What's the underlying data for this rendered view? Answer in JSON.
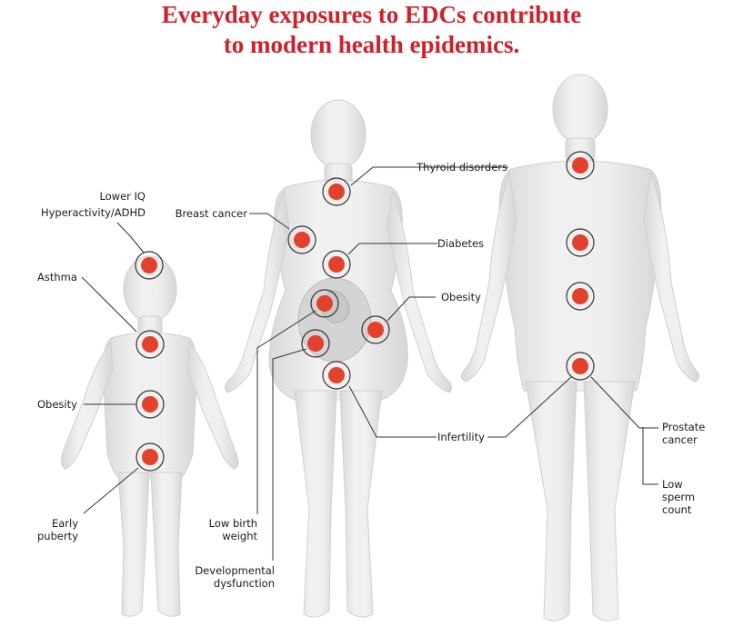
{
  "title": {
    "line1": "Everyday exposures to EDCs contribute",
    "line2": "to modern health epidemics."
  },
  "colors": {
    "title": "#d0202a",
    "marker": "#e2412c",
    "body": "#e8e8e8"
  },
  "labels": {
    "lower_iq": "Lower IQ",
    "hyperactivity": "Hyperactivity/ADHD",
    "asthma": "Asthma",
    "child_obesity": "Obesity",
    "early1": "Early",
    "early2": "puberty",
    "breast_cancer": "Breast cancer",
    "low_birth1": "Low birth",
    "low_birth2": "weight",
    "dev1": "Developmental",
    "dev2": "dysfunction",
    "thyroid": "Thyroid disorders",
    "diabetes": "Diabetes",
    "obesity": "Obesity",
    "infertility": "Infertility",
    "prostate1": "Prostate",
    "prostate2": "cancer",
    "sperm1": "Low",
    "sperm2": "sperm",
    "sperm3": "count"
  }
}
